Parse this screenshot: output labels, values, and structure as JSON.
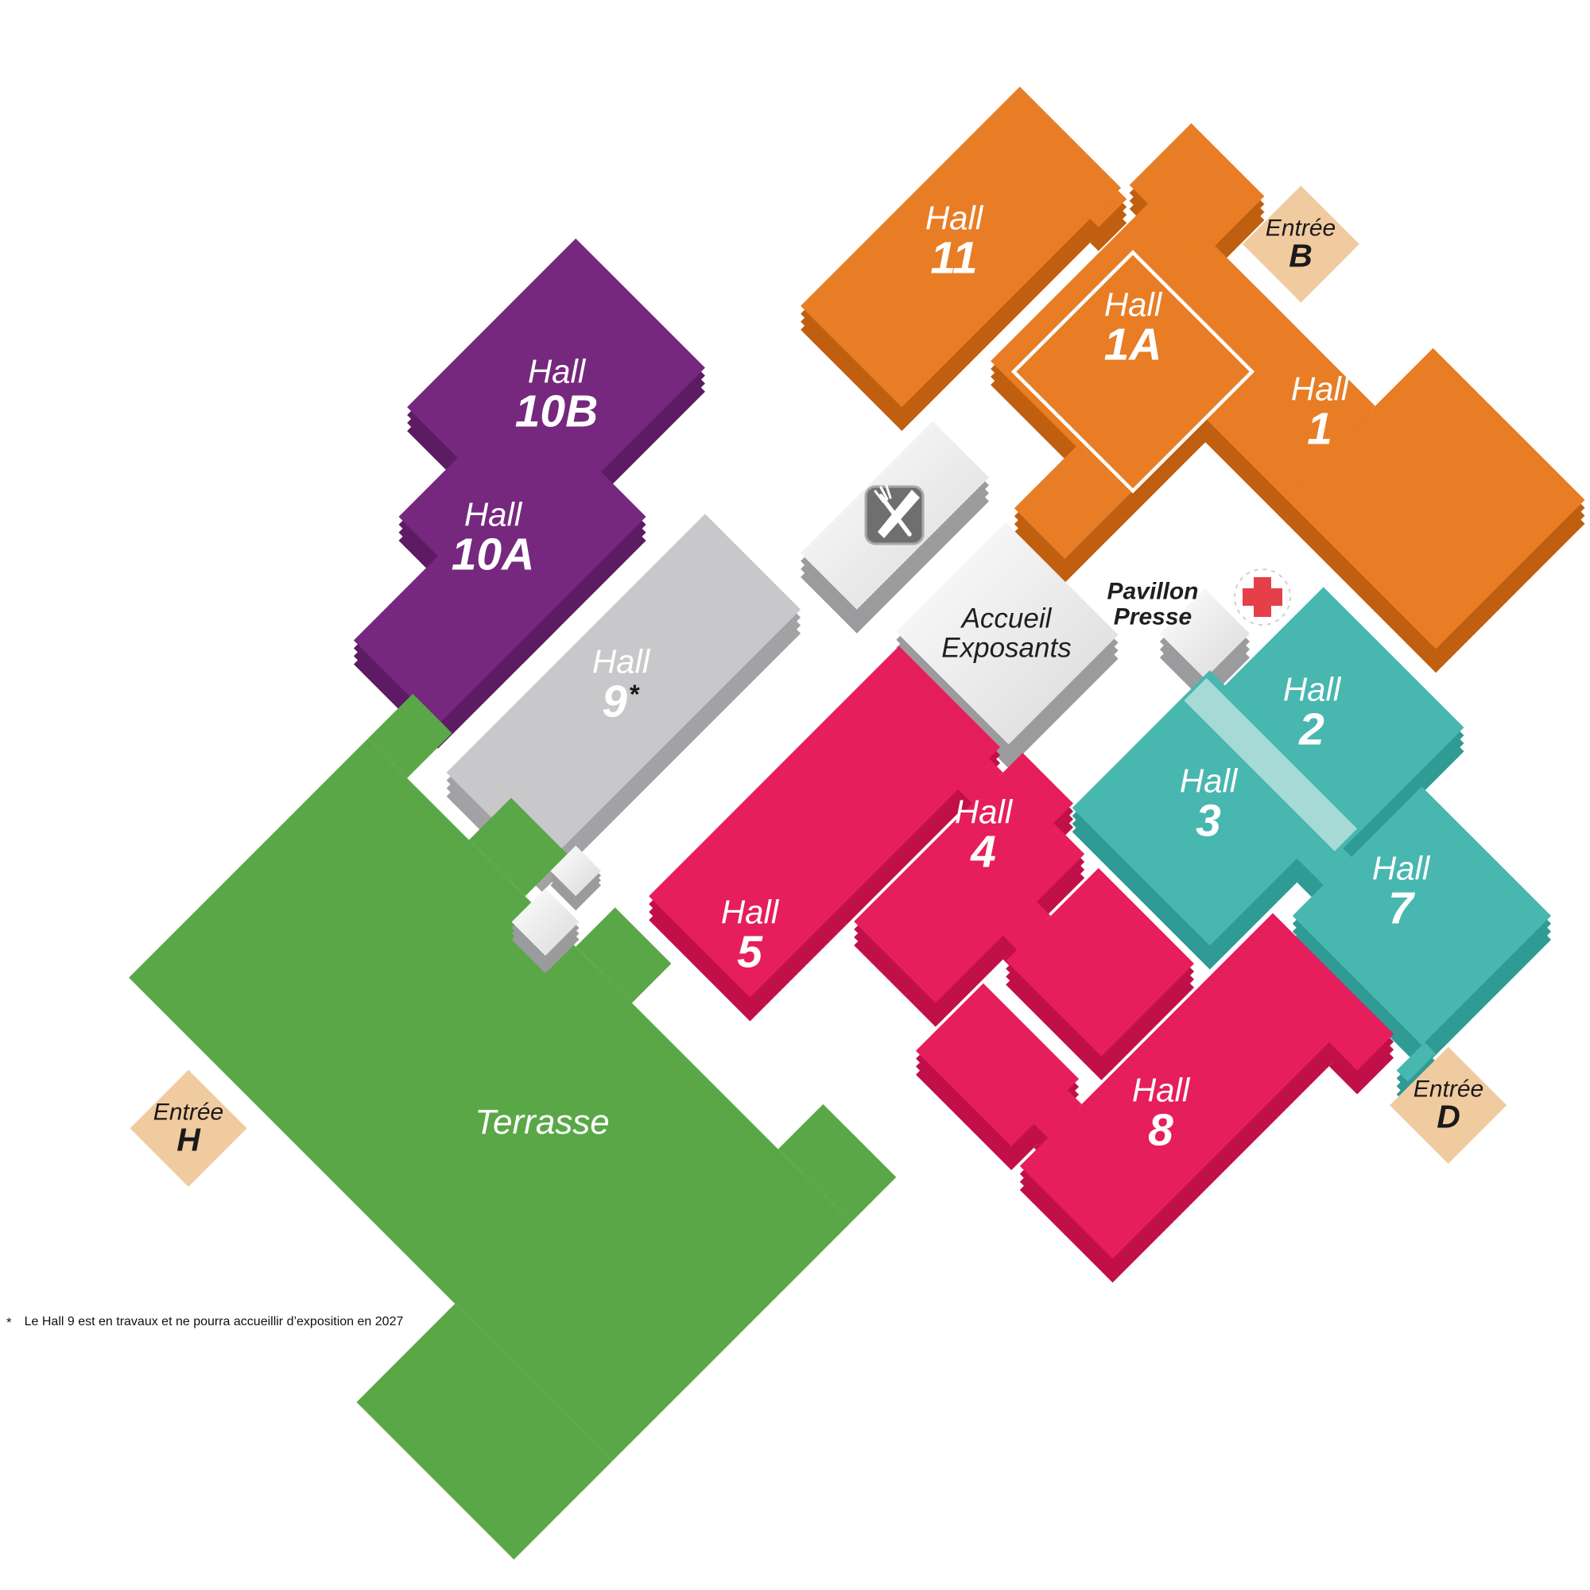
{
  "palette": {
    "orange": "#E87D25",
    "orange_side": "#C05F10",
    "purple": "#76287E",
    "purple_side": "#5C1B63",
    "gray": "#C8C8CA",
    "gray_side": "#A2A2A4",
    "teal": "#47B7AF",
    "teal_side": "#2F9B94",
    "teal_walkway": "#A6DAD6",
    "pink": "#E61E5C",
    "pink_side": "#C10F49",
    "green": "#5AA747",
    "entrance": "#F1CBA0",
    "white_block_side": "#9B9B9D",
    "first_aid_red": "#E5404A",
    "text_dark": "#1A1A1A",
    "text_light": "#FFFFFF",
    "background": "#FFFFFF"
  },
  "halls": [
    {
      "id": "hall-11",
      "word": "Hall",
      "number": "11",
      "color_key": "orange"
    },
    {
      "id": "hall-1a",
      "word": "Hall",
      "number": "1A",
      "color_key": "orange"
    },
    {
      "id": "hall-1",
      "word": "Hall",
      "number": "1",
      "color_key": "orange"
    },
    {
      "id": "hall-10b",
      "word": "Hall",
      "number": "10B",
      "color_key": "purple"
    },
    {
      "id": "hall-10a",
      "word": "Hall",
      "number": "10A",
      "color_key": "purple"
    },
    {
      "id": "hall-9",
      "word": "Hall",
      "number": "9",
      "suffix": "*",
      "color_key": "gray"
    },
    {
      "id": "hall-2",
      "word": "Hall",
      "number": "2",
      "color_key": "teal"
    },
    {
      "id": "hall-3",
      "word": "Hall",
      "number": "3",
      "color_key": "teal"
    },
    {
      "id": "hall-7",
      "word": "Hall",
      "number": "7",
      "color_key": "teal"
    },
    {
      "id": "hall-4",
      "word": "Hall",
      "number": "4",
      "color_key": "pink"
    },
    {
      "id": "hall-5",
      "word": "Hall",
      "number": "5",
      "color_key": "pink"
    },
    {
      "id": "hall-8",
      "word": "Hall",
      "number": "8",
      "color_key": "pink"
    }
  ],
  "areas": [
    {
      "id": "terrasse",
      "label": "Terrasse",
      "color_key": "green"
    }
  ],
  "entrances": [
    {
      "id": "entree-b",
      "word": "Entrée",
      "letter": "B"
    },
    {
      "id": "entree-d",
      "word": "Entrée",
      "letter": "D"
    },
    {
      "id": "entree-h",
      "word": "Entrée",
      "letter": "H"
    }
  ],
  "facilities": [
    {
      "id": "accueil-exposants",
      "lines": [
        "Accueil",
        "Exposants"
      ]
    },
    {
      "id": "pavillon-presse",
      "lines": [
        "Pavillon",
        "Presse"
      ]
    },
    {
      "id": "restaurant",
      "icon": "fork-knife-icon"
    },
    {
      "id": "first-aid",
      "icon": "red-cross-icon"
    }
  ],
  "footnote": {
    "marker": "*",
    "text": "Le Hall 9 est en travaux et ne pourra accueillir d’exposition en 2027"
  }
}
